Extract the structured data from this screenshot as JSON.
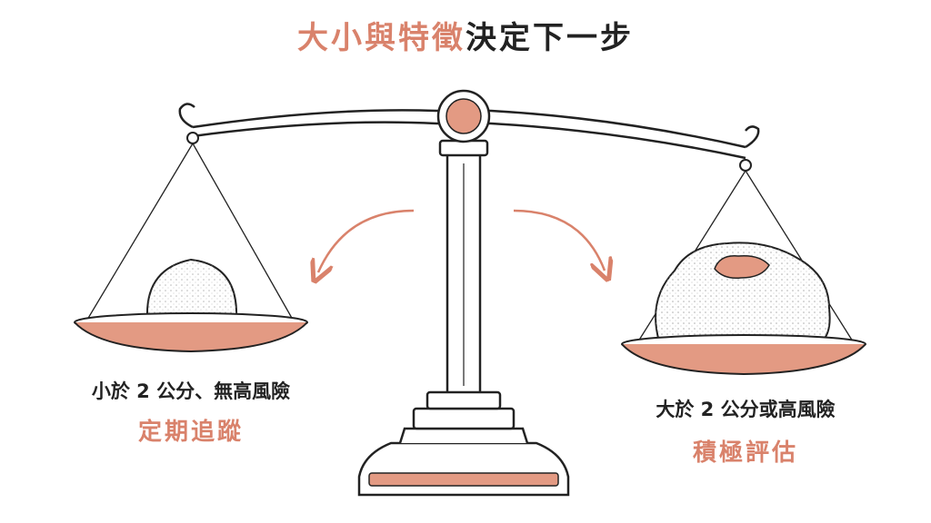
{
  "title": {
    "highlight": "大小與特徵",
    "rest": "決定下一步"
  },
  "left_pan": {
    "condition": "小於 2 公分、無高風險",
    "action": "定期追蹤"
  },
  "right_pan": {
    "condition": "大於 2 公分或高風險",
    "action": "積極評估"
  },
  "colors": {
    "accent": "#d9826b",
    "ink": "#222222",
    "pan_fill": "#e39a83"
  }
}
